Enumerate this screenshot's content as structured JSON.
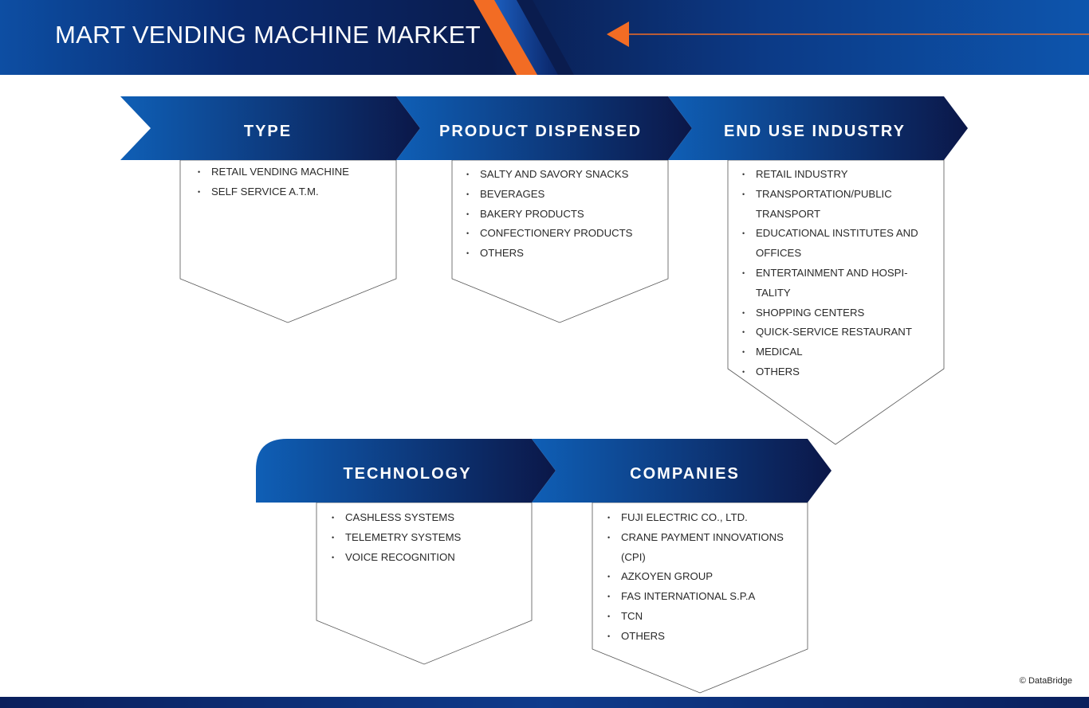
{
  "page": {
    "title": "MART VENDING MACHINE MARKET",
    "copyright": "© DataBridge"
  },
  "colors": {
    "banner_dark": "#0a1c4e",
    "banner_blue": "#0d4ea3",
    "accent_orange": "#f26c24",
    "segment_blue": "#0f5fb6",
    "segment_navy": "#0b1748"
  },
  "segments": [
    {
      "title": "TYPE",
      "items": [
        "RETAIL VENDING MACHINE",
        "SELF SERVICE A.T.M."
      ]
    },
    {
      "title": "PRODUCT DISPENSED",
      "items": [
        "SALTY AND SAVORY SNACKS",
        "BEVERAGES",
        "BAKERY PRODUCTS",
        "CONFECTIONERY PRODUCTS",
        "OTHERS"
      ]
    },
    {
      "title": "END USE INDUSTRY",
      "items": [
        "RETAIL INDUSTRY",
        "TRANSPORTATION/PUBLIC TRANSPORT",
        "EDUCATIONAL INSTITUTES AND OFFICES",
        "ENTERTAINMENT AND HOSPI-TALITY",
        "SHOPPING CENTERS",
        "QUICK-SERVICE RESTAURANT",
        "MEDICAL",
        "OTHERS"
      ]
    },
    {
      "title": "TECHNOLOGY",
      "items": [
        "CASHLESS SYSTEMS",
        "TELEMETRY SYSTEMS",
        "VOICE RECOGNITION"
      ]
    },
    {
      "title": "COMPANIES",
      "items": [
        "FUJI ELECTRIC CO., LTD.",
        "CRANE PAYMENT INNOVATIONS (CPI)",
        "AZKOYEN GROUP",
        "FAS INTERNATIONAL S.P.A",
        "TCN",
        "OTHERS"
      ]
    }
  ]
}
